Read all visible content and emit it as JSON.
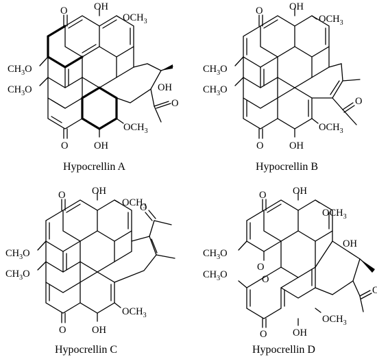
{
  "figure": {
    "structures": [
      {
        "caption": "Hypocrellin A",
        "labels": [
          "O",
          "OH",
          "OCH3",
          "CH3O",
          "CH3O",
          "OH",
          "O",
          "OCH3",
          "OH",
          "O"
        ]
      },
      {
        "caption": "Hypocrellin B",
        "labels": [
          "O",
          "OH",
          "OCH3",
          "CH3O",
          "CH3O",
          "O",
          "OH",
          "OCH3",
          "O"
        ]
      },
      {
        "caption": "Hypocrellin C",
        "labels": [
          "O",
          "OH",
          "OCH3",
          "O",
          "CH3O",
          "CH3O",
          "O",
          "OH",
          "OCH3"
        ]
      },
      {
        "caption": "Hypocrellin D",
        "labels": [
          "O",
          "OH",
          "OCH3",
          "OH",
          "CH3O",
          "O",
          "O",
          "CH3O",
          "O",
          "O",
          "OH",
          "OCH3"
        ]
      }
    ]
  }
}
